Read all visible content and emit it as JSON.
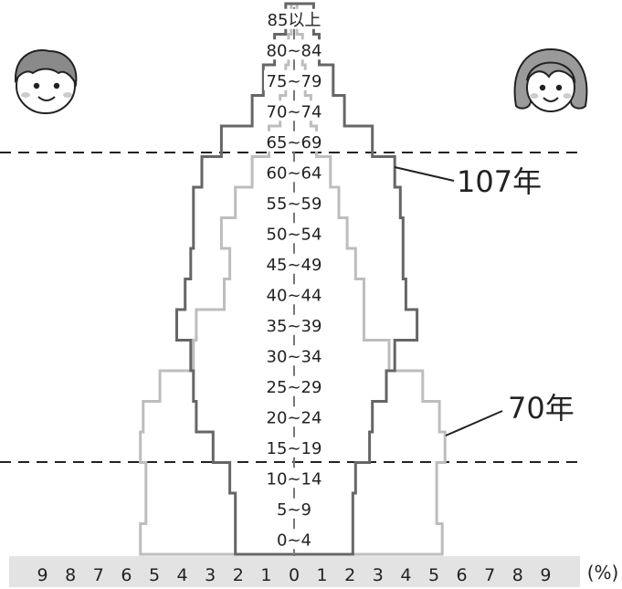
{
  "chart_data": {
    "type": "population-pyramid",
    "title": "",
    "x_unit": "(%)",
    "x_ticks_left": [
      "9",
      "8",
      "7",
      "6",
      "5",
      "4",
      "3",
      "2",
      "1"
    ],
    "x_ticks_center": "0",
    "x_ticks_right": [
      "1",
      "2",
      "3",
      "4",
      "5",
      "6",
      "7",
      "8",
      "9"
    ],
    "age_groups": [
      "0~4",
      "5~9",
      "10~14",
      "15~19",
      "20~24",
      "25~29",
      "30~34",
      "35~39",
      "40~44",
      "45~49",
      "50~54",
      "55~59",
      "60~64",
      "65~69",
      "70~74",
      "75~79",
      "80~84",
      "85以上"
    ],
    "series": [
      {
        "name": "107年",
        "color": "#666666",
        "male": [
          2.1,
          2.1,
          2.3,
          2.9,
          3.5,
          3.6,
          3.7,
          4.2,
          3.9,
          3.7,
          3.6,
          3.6,
          3.3,
          2.6,
          1.5,
          1.1,
          0.7,
          0.3
        ],
        "female": [
          2.1,
          2.1,
          2.2,
          2.7,
          2.8,
          3.3,
          3.6,
          4.4,
          4.0,
          3.9,
          3.9,
          3.8,
          3.6,
          2.8,
          1.8,
          1.4,
          0.9,
          0.7
        ]
      },
      {
        "name": "70年",
        "color": "#bdbdbd",
        "male": [
          5.5,
          5.3,
          5.3,
          5.5,
          5.4,
          4.8,
          3.6,
          3.5,
          2.5,
          2.3,
          2.6,
          2.1,
          1.5,
          0.9,
          0.5,
          0.3,
          0.2,
          0.1
        ],
        "female": [
          5.3,
          5.1,
          5.1,
          5.4,
          5.2,
          4.6,
          3.4,
          2.5,
          2.5,
          2.2,
          1.9,
          1.6,
          1.3,
          0.8,
          0.6,
          0.4,
          0.3,
          0.1
        ]
      }
    ],
    "xlim": [
      -9.5,
      9.5
    ],
    "legend": "callout-labels"
  },
  "labels": {
    "series_107": "107年",
    "series_70": "70年"
  },
  "icons": {
    "left": "boy-face-icon",
    "right": "girl-face-icon"
  }
}
